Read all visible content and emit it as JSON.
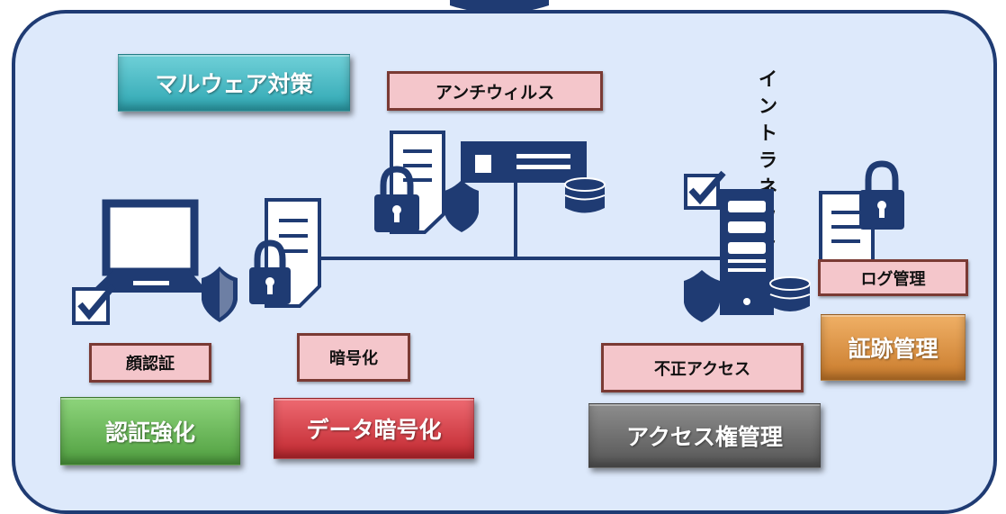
{
  "region": {
    "title": "イントラネット"
  },
  "labels": {
    "antivirus": "アンチウィルス",
    "face_auth": "顔認証",
    "encryption": "暗号化",
    "unauthorized_access": "不正アクセス",
    "log_management": "ログ管理"
  },
  "measures": {
    "malware": "マルウェア対策",
    "auth": "認証強化",
    "data_encryption": "データ暗号化",
    "access_control": "アクセス権管理",
    "audit_trail": "証跡管理"
  },
  "colors": {
    "navy": "#1f3b73",
    "background": "#dde9fb",
    "label_fill": "#f4c6cb",
    "label_border": "#7a3a34",
    "malware": "#45b9c4",
    "auth": "#6db85c",
    "data_encryption": "#d8404c",
    "access_control": "#6f6f6f",
    "audit_trail": "#d89241"
  },
  "icons": [
    "laptop-icon",
    "document-icon",
    "lock-icon",
    "shield-icon",
    "checkbox-icon",
    "server-icon",
    "database-icon",
    "network-line"
  ]
}
